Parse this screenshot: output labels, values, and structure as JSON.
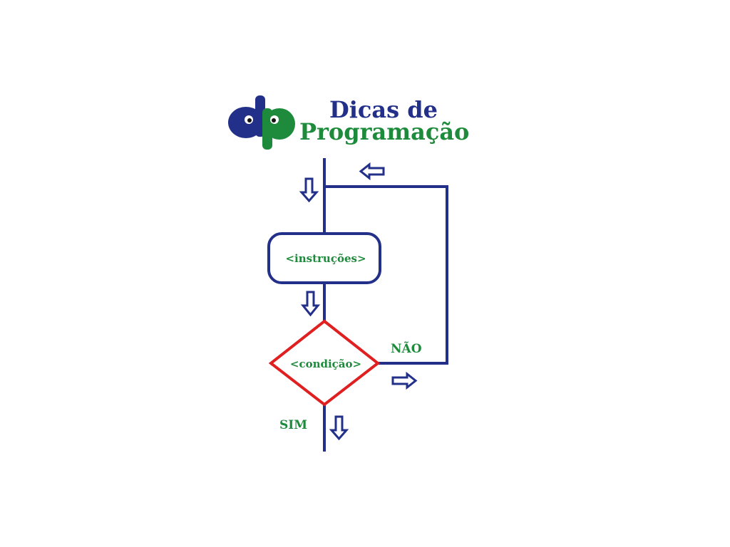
{
  "logo": {
    "mark": "dp",
    "line1": "Dicas de",
    "line2": "Programação"
  },
  "flowchart": {
    "process": "<instruções>",
    "decision": "<condição>",
    "yes_label": "SIM",
    "no_label": "NÃO"
  },
  "colors": {
    "blue": "#23308a",
    "green": "#1e8a3c",
    "red": "#e02020"
  },
  "icons": [
    "arrow-down-icon",
    "arrow-left-icon",
    "arrow-right-icon",
    "eye-icon"
  ]
}
